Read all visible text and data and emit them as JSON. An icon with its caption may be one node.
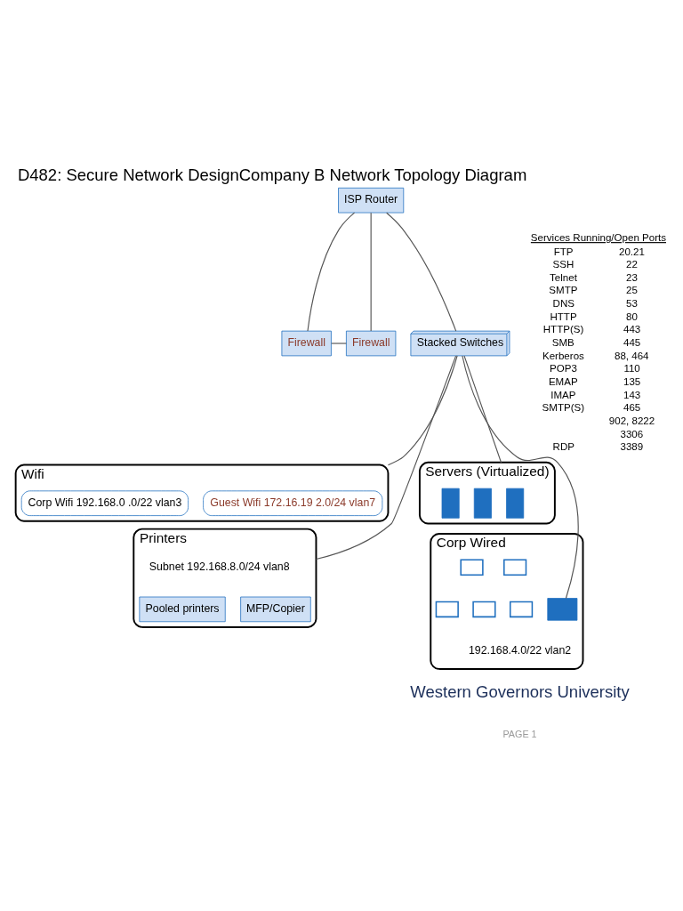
{
  "diagram": {
    "title": "D482: Secure Network DesignCompany B Network Topology Diagram",
    "nodes": [
      {
        "text": [
          "Firewall"
        ]
      },
      {
        "text": [
          "Firewall"
        ]
      },
      {
        "text": [
          "ISP Router"
        ]
      },
      {
        "text": [
          "Stacked Switches"
        ]
      },
      {
        "text": [
          "Wifi"
        ]
      },
      {
        "text": [
          "Guest Wifi 172.16.19 2.0/24 vlan7"
        ],
        "in": 4
      },
      {
        "text": [
          "Corp Wifi 192.168.0 .0/22 vlan3"
        ],
        "in": 4
      },
      {
        "text": [
          "Printers"
        ]
      },
      {
        "text": [
          "Subnet 192.168.8.0/24 vlan8"
        ],
        "in": 7
      },
      {
        "text": [
          "Pooled printers"
        ],
        "in": 7
      },
      {
        "text": [
          "MFP/Copier"
        ],
        "in": 7
      },
      {
        "text": [
          "Servers (Virtualized)"
        ]
      },
      {
        "text": [],
        "shape": "server",
        "in": 11
      },
      {
        "text": [],
        "shape": "server",
        "in": 11
      },
      {
        "text": [],
        "shape": "server",
        "in": 11
      },
      {
        "text": [
          "Corp Wired"
        ]
      },
      {
        "text": [],
        "shape": "computer",
        "in": 15
      },
      {
        "text": [],
        "shape": "laptop",
        "in": 15
      },
      {
        "text": [],
        "shape": "laptop",
        "in": 15
      },
      {
        "text": [],
        "shape": "laptop",
        "in": 15
      },
      {
        "text": [],
        "shape": "laptop",
        "in": 15
      },
      {
        "text": [],
        "shape": "laptop",
        "in": 15
      },
      {
        "text": [
          "192.168.4.0/22 vlan2"
        ],
        "in": 15
      }
    ],
    "edges": [
      {
        "from": 0,
        "to": 1,
        "arrow": "none"
      },
      {
        "from": 2,
        "to": 0,
        "arrow": "none"
      },
      {
        "from": 2,
        "to": 1,
        "arrow": "none"
      },
      {
        "from": 2,
        "to": 3,
        "arrow": "none"
      },
      {
        "from": 3,
        "to": 4,
        "arrow": "none"
      },
      {
        "from": 3,
        "to": 7,
        "arrow": "none"
      },
      {
        "from": 3,
        "to": 11,
        "arrow": "none"
      },
      {
        "from": 3,
        "to": 16,
        "arrow": "none"
      }
    ],
    "labels": [
      "Services Running/Open Ports",
      "FTP",
      "20.21",
      "SSH",
      "22",
      "Telnet",
      "23",
      "SMTP",
      "25",
      "DNS",
      "53",
      "HTTP",
      "80",
      "HTTP(S)",
      "443",
      "SMB",
      "445",
      "Kerberos",
      "88, 464",
      "POP3",
      "110",
      "EMAP",
      "135",
      "IMAP",
      "143",
      "SMTP(S)",
      "465",
      "902, 8222",
      "3306",
      "RDP",
      "3389",
      "Western Governors University",
      "PAGE 1"
    ]
  }
}
